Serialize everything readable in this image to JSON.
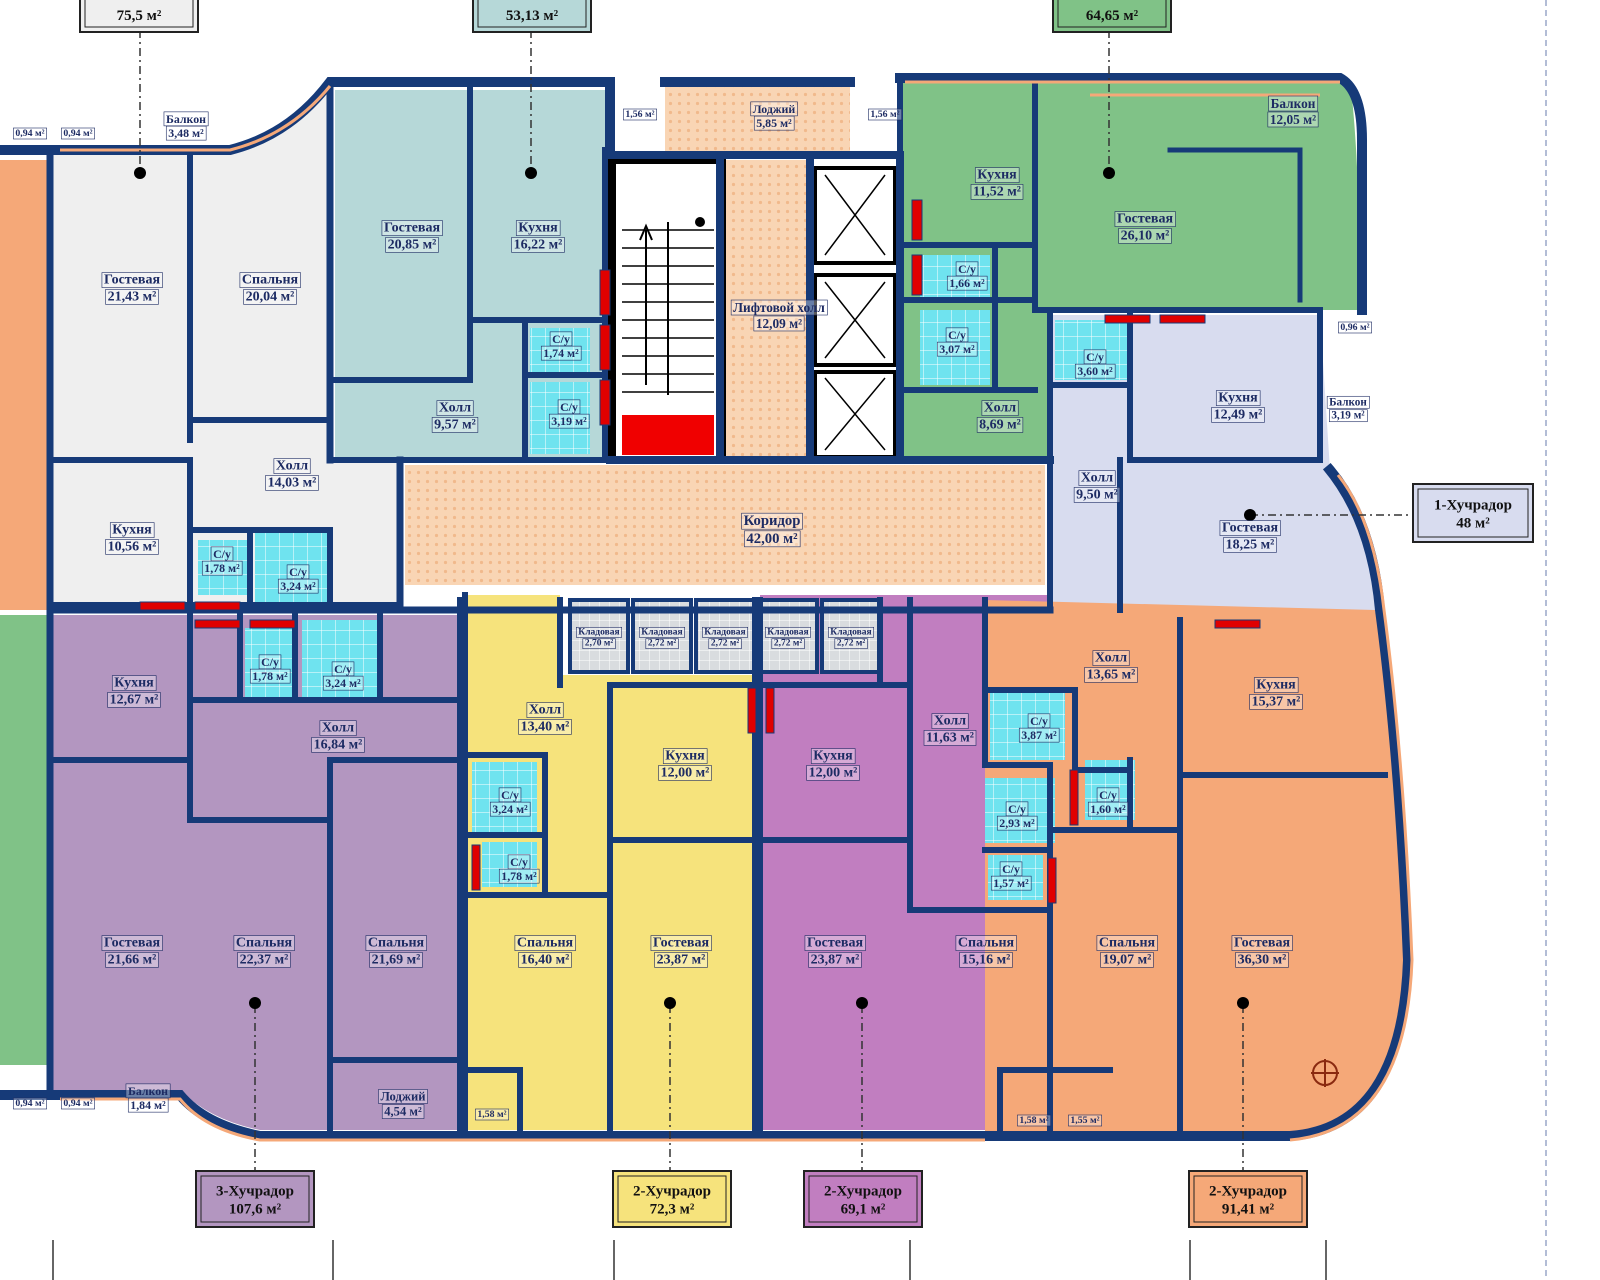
{
  "colors": {
    "orange": "#f5a878",
    "grey": "#efefef",
    "teal": "#b6d8d8",
    "green": "#80c287",
    "lavender": "#d8dcef",
    "purple": "#b396c0",
    "yellow": "#f6e37c",
    "magenta": "#c17ec0",
    "corridor": "#f9d5b4",
    "bath": "#6fe3ef",
    "wall": "#163a78"
  },
  "rooms": [
    {
      "name": "Гостевая",
      "area": "21,43 м²",
      "color": "grey"
    },
    {
      "name": "Спальня",
      "area": "20,04 м²",
      "color": "grey"
    },
    {
      "name": "Балкон",
      "area": "3,48 м²",
      "color": "grey"
    },
    {
      "name": "",
      "area": "0,94 м²",
      "color": "grey"
    },
    {
      "name": "",
      "area": "0,94 м²",
      "color": "grey"
    },
    {
      "name": "Холл",
      "area": "14,03 м²",
      "color": "grey"
    },
    {
      "name": "Кухня",
      "area": "10,56 м²",
      "color": "grey"
    },
    {
      "name": "С/у",
      "area": "1,78 м²",
      "color": "bath"
    },
    {
      "name": "С/у",
      "area": "3,24 м²",
      "color": "bath"
    },
    {
      "name": "Гостевая",
      "area": "20,85 м²",
      "color": "teal"
    },
    {
      "name": "Кухня",
      "area": "16,22 м²",
      "color": "teal"
    },
    {
      "name": "Холл",
      "area": "9,57 м²",
      "color": "teal"
    },
    {
      "name": "С/у",
      "area": "1,74 м²",
      "color": "bath"
    },
    {
      "name": "С/у",
      "area": "3,19 м²",
      "color": "bath"
    },
    {
      "name": "",
      "area": "1,56 м²",
      "color": "grey"
    },
    {
      "name": "Лоджий",
      "area": "5,85 м²",
      "color": "corridor"
    },
    {
      "name": "Лифтовой холл",
      "area": "12,09 м²",
      "color": "corridor"
    },
    {
      "name": "",
      "area": "1,56 м²",
      "color": "green"
    },
    {
      "name": "Кухня",
      "area": "11,52 м²",
      "color": "green"
    },
    {
      "name": "С/у",
      "area": "1,66 м²",
      "color": "bath"
    },
    {
      "name": "С/у",
      "area": "3,07 м²",
      "color": "bath"
    },
    {
      "name": "Холл",
      "area": "8,69 м²",
      "color": "green"
    },
    {
      "name": "Гостевая",
      "area": "26,10 м²",
      "color": "green"
    },
    {
      "name": "Балкон",
      "area": "12,05 м²",
      "color": "green"
    },
    {
      "name": "С/у",
      "area": "3,60 м²",
      "color": "bath"
    },
    {
      "name": "Кухня",
      "area": "12,49 м²",
      "color": "lavender"
    },
    {
      "name": "",
      "area": "0,96 м²",
      "color": "lavender"
    },
    {
      "name": "Балкон",
      "area": "3,19 м²",
      "color": "lavender"
    },
    {
      "name": "Холл",
      "area": "9,50 м²",
      "color": "lavender"
    },
    {
      "name": "Гостевая",
      "area": "18,25 м²",
      "color": "lavender"
    },
    {
      "name": "Коридор",
      "area": "42,00 м²",
      "color": "corridor"
    },
    {
      "name": "Кладовая",
      "area": "2,70 м²",
      "color": "grey"
    },
    {
      "name": "Кладовая",
      "area": "2,72 м²",
      "color": "grey"
    },
    {
      "name": "Кладовая",
      "area": "2,72 м²",
      "color": "grey"
    },
    {
      "name": "Кладовая",
      "area": "2,72 м²",
      "color": "grey"
    },
    {
      "name": "Кладовая",
      "area": "2,72 м²",
      "color": "grey"
    },
    {
      "name": "Кухня",
      "area": "12,67 м²",
      "color": "purple"
    },
    {
      "name": "С/у",
      "area": "1,78 м²",
      "color": "bath"
    },
    {
      "name": "С/у",
      "area": "3,24 м²",
      "color": "bath"
    },
    {
      "name": "Холл",
      "area": "16,84 м²",
      "color": "purple"
    },
    {
      "name": "Гостевая",
      "area": "21,66 м²",
      "color": "purple"
    },
    {
      "name": "Спальня",
      "area": "22,37 м²",
      "color": "purple"
    },
    {
      "name": "Спальня",
      "area": "21,69 м²",
      "color": "purple"
    },
    {
      "name": "Лоджий",
      "area": "4,54 м²",
      "color": "purple"
    },
    {
      "name": "Балкон",
      "area": "1,84 м²",
      "color": "purple"
    },
    {
      "name": "",
      "area": "0,94 м²",
      "color": "green"
    },
    {
      "name": "",
      "area": "0,94 м²",
      "color": "green"
    },
    {
      "name": "Холл",
      "area": "13,40 м²",
      "color": "yellow"
    },
    {
      "name": "Кухня",
      "area": "12,00 м²",
      "color": "yellow"
    },
    {
      "name": "С/у",
      "area": "3,24 м²",
      "color": "bath"
    },
    {
      "name": "С/у",
      "area": "1,78 м²",
      "color": "bath"
    },
    {
      "name": "Спальня",
      "area": "16,40 м²",
      "color": "yellow"
    },
    {
      "name": "Гостевая",
      "area": "23,87 м²",
      "color": "yellow"
    },
    {
      "name": "",
      "area": "1,58 м²",
      "color": "yellow"
    },
    {
      "name": "Кухня",
      "area": "12,00 м²",
      "color": "magenta"
    },
    {
      "name": "Холл",
      "area": "11,63 м²",
      "color": "magenta"
    },
    {
      "name": "С/у",
      "area": "2,93 м²",
      "color": "bath"
    },
    {
      "name": "С/у",
      "area": "1,57 м²",
      "color": "bath"
    },
    {
      "name": "Гостевая",
      "area": "23,87 м²",
      "color": "magenta"
    },
    {
      "name": "Спальня",
      "area": "15,16 м²",
      "color": "magenta"
    },
    {
      "name": "",
      "area": "1,58 м²",
      "color": "magenta"
    },
    {
      "name": "Холл",
      "area": "13,65 м²",
      "color": "orange"
    },
    {
      "name": "Кухня",
      "area": "15,37 м²",
      "color": "orange"
    },
    {
      "name": "С/у",
      "area": "3,87 м²",
      "color": "bath"
    },
    {
      "name": "С/у",
      "area": "1,60 м²",
      "color": "bath"
    },
    {
      "name": "Спальня",
      "area": "19,07 м²",
      "color": "orange"
    },
    {
      "name": "Гостевая",
      "area": "36,30 м²",
      "color": "orange"
    },
    {
      "name": "",
      "area": "1,55 м²",
      "color": "orange"
    }
  ],
  "apartments": [
    {
      "title": "",
      "area": "75,5 м²",
      "color": "grey"
    },
    {
      "title": "",
      "area": "53,13 м²",
      "color": "teal"
    },
    {
      "title": "",
      "area": "64,65 м²",
      "color": "green"
    },
    {
      "title": "1-Хучрадор",
      "area": "48 м²",
      "color": "lavender"
    },
    {
      "title": "3-Хучрадор",
      "area": "107,6 м²",
      "color": "purple"
    },
    {
      "title": "2-Хучрадор",
      "area": "72,3 м²",
      "color": "yellow"
    },
    {
      "title": "2-Хучрадор",
      "area": "69,1 м²",
      "color": "magenta"
    },
    {
      "title": "2-Хучрадор",
      "area": "91,41 м²",
      "color": "orange"
    }
  ]
}
